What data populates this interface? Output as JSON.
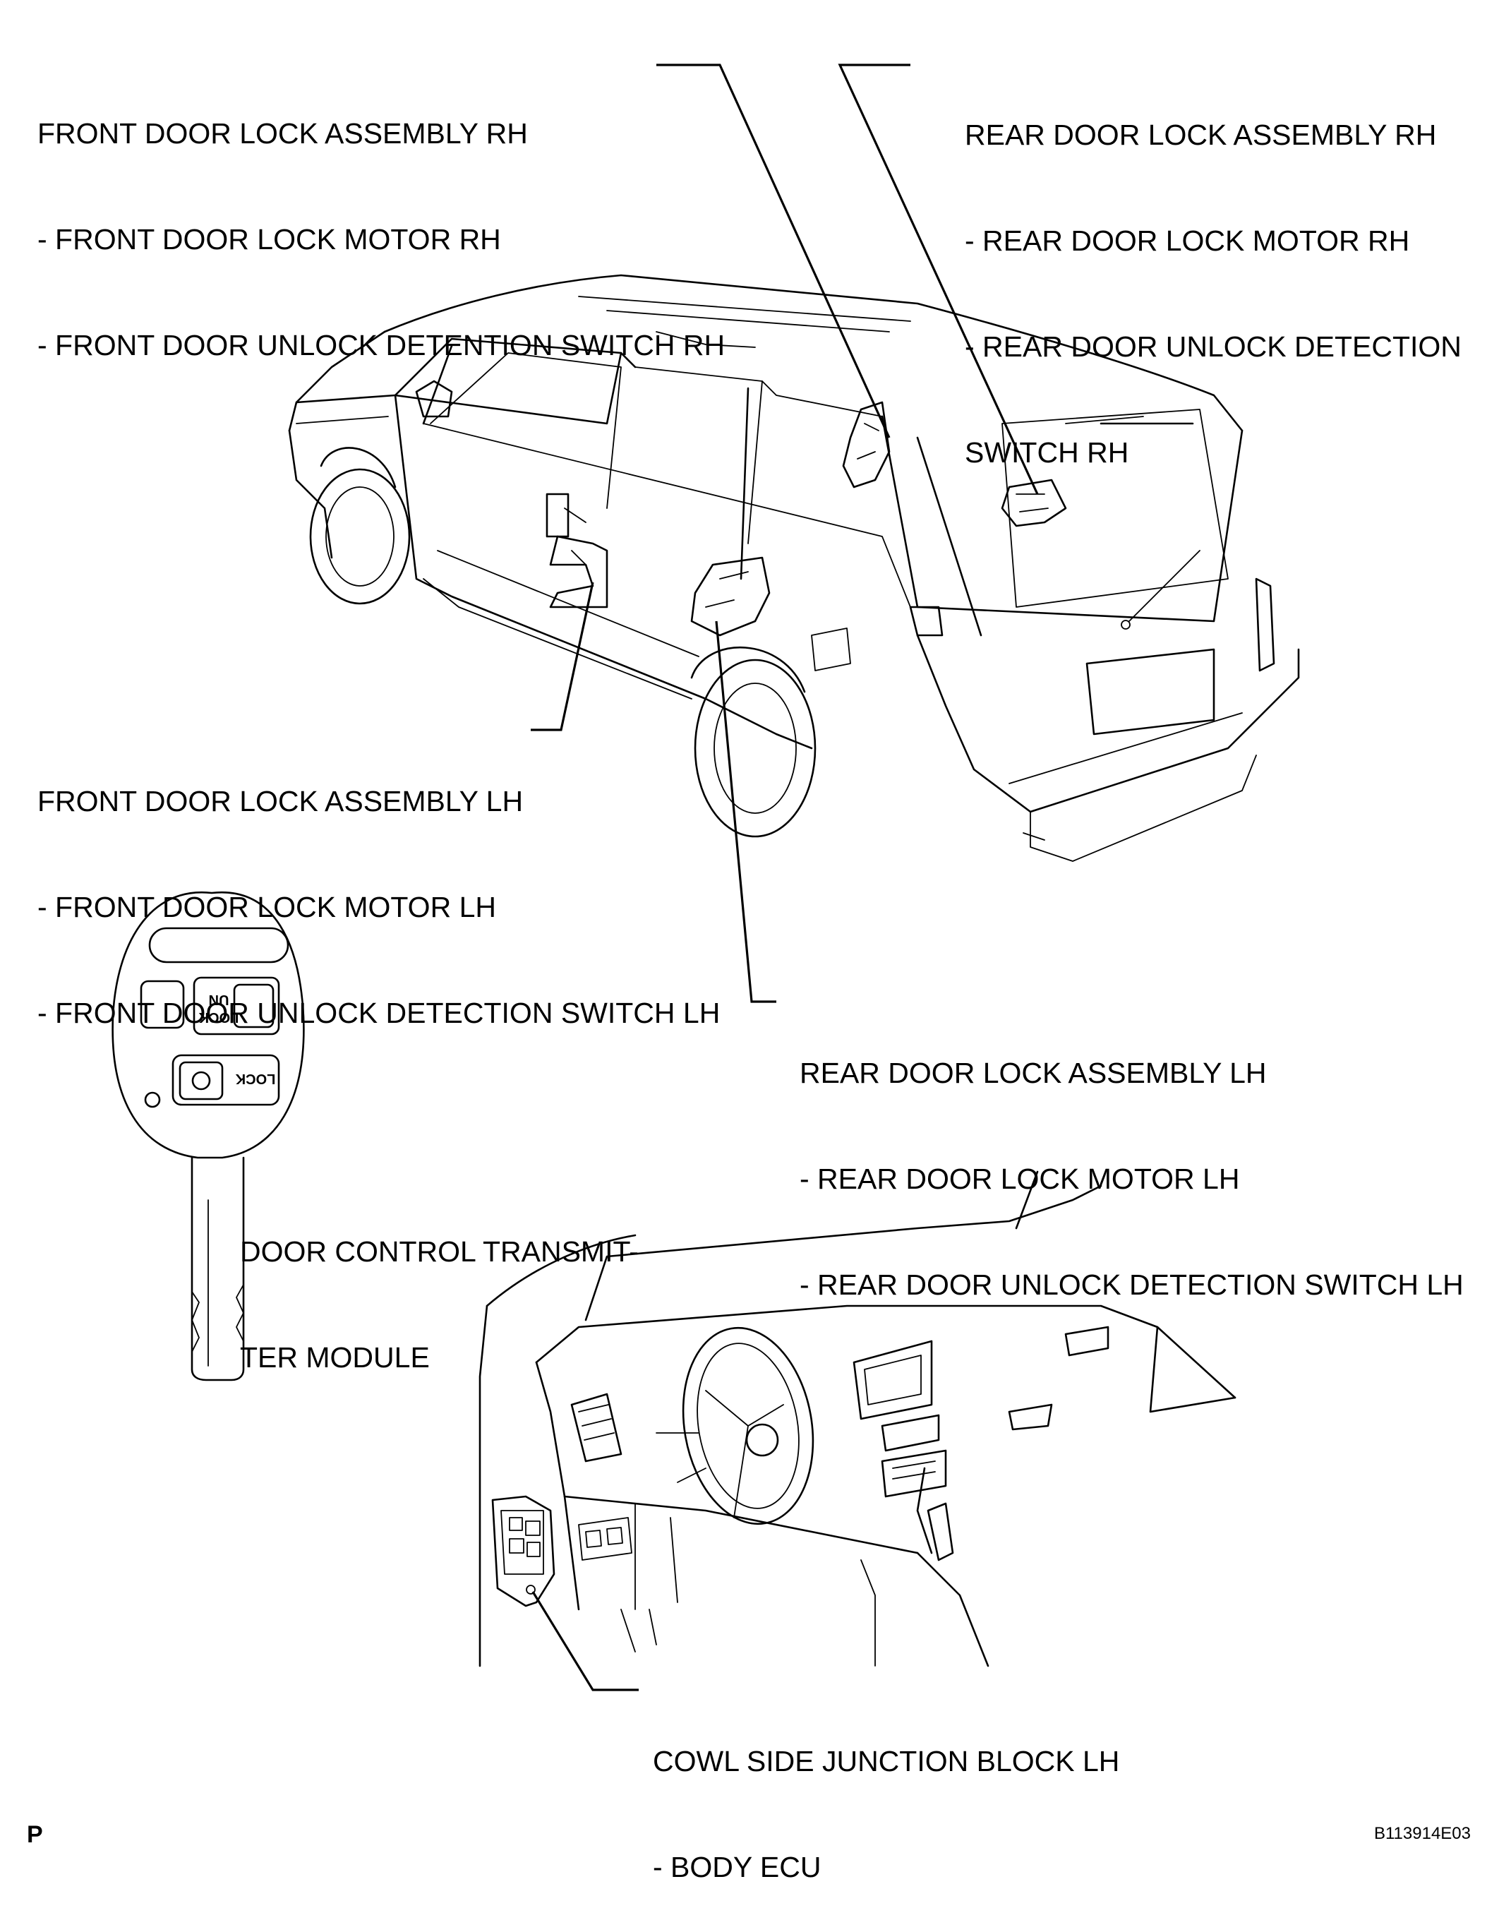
{
  "labels": {
    "front_rh": {
      "title": "FRONT DOOR LOCK ASSEMBLY RH",
      "items": [
        "- FRONT DOOR LOCK MOTOR RH",
        "- FRONT DOOR UNLOCK DETENTION SWITCH RH"
      ]
    },
    "rear_rh": {
      "title": "REAR DOOR LOCK ASSEMBLY RH",
      "items": [
        "- REAR DOOR LOCK MOTOR RH",
        "- REAR DOOR UNLOCK DETECTION",
        "SWITCH RH"
      ]
    },
    "front_lh": {
      "title": "FRONT DOOR LOCK ASSEMBLY LH",
      "items": [
        "- FRONT DOOR LOCK MOTOR LH",
        "- FRONT DOOR UNLOCK DETECTION SWITCH LH"
      ]
    },
    "rear_lh": {
      "title": "REAR DOOR LOCK ASSEMBLY LH",
      "items": [
        "- REAR DOOR LOCK MOTOR LH",
        "- REAR DOOR UNLOCK DETECTION SWITCH LH"
      ]
    },
    "transmitter": {
      "lines": [
        "DOOR CONTROL TRANSMIT-",
        "TER MODULE"
      ]
    },
    "cowl": {
      "title": "COWL SIDE JUNCTION BLOCK LH",
      "items": [
        "- BODY ECU"
      ]
    }
  },
  "key_fob": {
    "unlock_button_text": [
      "UN",
      "LOCK"
    ],
    "lock_button_text": "LOCK"
  },
  "footer": {
    "corner_mark": "P",
    "figure_id": "B113914E03"
  }
}
